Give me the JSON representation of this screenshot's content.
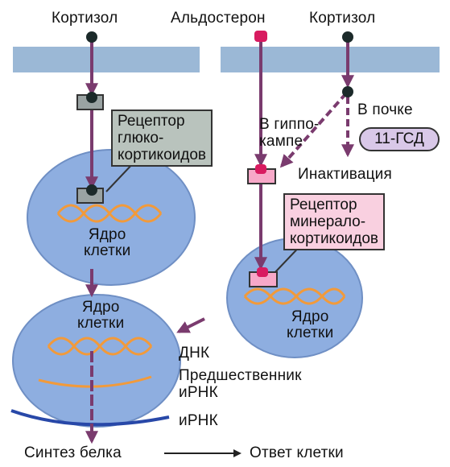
{
  "hormones": {
    "cortisol_left": "Кортизол",
    "aldosterone": "Альдостерон",
    "cortisol_right": "Кортизол"
  },
  "receptors": {
    "glucocorticoid": "Рецептор\nглюко-\nкортикоидов",
    "mineralocorticoid": "Рецептор\nминерало-\nкортикоидов"
  },
  "pathway": {
    "hippocampus": "В гиппо-\nкампе",
    "kidney": "В почке",
    "enzyme": "11-ГСД",
    "inactivation": "Инактивация"
  },
  "nuclei": {
    "left_top": "Ядро\nклетки",
    "left_bottom": "Ядро\nклетки",
    "right": "Ядро\nклетки"
  },
  "labels": {
    "dna": "ДНК",
    "pre_mrna": "Предшественник\nиРНК",
    "mrna": "иРНК",
    "protein_synthesis": "Синтез белка",
    "cell_response": "Ответ клетки"
  },
  "colors": {
    "membrane": "#9bb8d6",
    "nucleus": "#8eaee0",
    "arrow": "#7a3b6e",
    "dna": "#f29a3a",
    "aldosterone": "#d81b60",
    "mr_receptor": "#f7a8c8",
    "gr_receptor": "#9aa3a3",
    "mrna": "#2848a8",
    "enzyme": "#d9c8e8"
  }
}
